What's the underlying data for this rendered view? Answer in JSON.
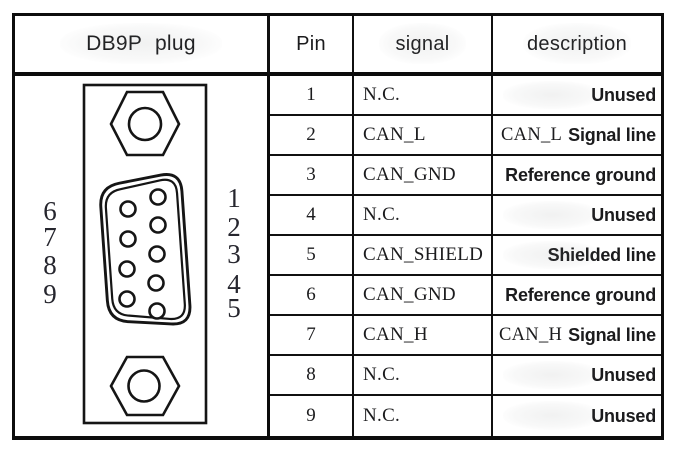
{
  "header": {
    "plug": "DB9P plug",
    "pin": "Pin",
    "signal": "signal",
    "description": "description"
  },
  "plug_diagram": {
    "left_labels": [
      "6",
      "7",
      "8",
      "9"
    ],
    "right_labels": [
      "1",
      "2",
      "3",
      "4",
      "5"
    ]
  },
  "rows": [
    {
      "pin": "1",
      "signal": "N.C.",
      "desc_prefix": "",
      "desc": "Unused"
    },
    {
      "pin": "2",
      "signal": "CAN_L",
      "desc_prefix": "CAN_L",
      "desc": "Signal line"
    },
    {
      "pin": "3",
      "signal": "CAN_GND",
      "desc_prefix": "",
      "desc": "Reference ground"
    },
    {
      "pin": "4",
      "signal": "N.C.",
      "desc_prefix": "",
      "desc": "Unused"
    },
    {
      "pin": "5",
      "signal": "CAN_SHIELD",
      "desc_prefix": "",
      "desc": "Shielded line"
    },
    {
      "pin": "6",
      "signal": "CAN_GND",
      "desc_prefix": "",
      "desc": "Reference ground"
    },
    {
      "pin": "7",
      "signal": "CAN_H",
      "desc_prefix": "CAN_H",
      "desc": "Signal line"
    },
    {
      "pin": "8",
      "signal": "N.C.",
      "desc_prefix": "",
      "desc": "Unused"
    },
    {
      "pin": "9",
      "signal": "N.C.",
      "desc_prefix": "",
      "desc": "Unused"
    }
  ],
  "colors": {
    "border": "#0d0d0d",
    "text": "#1b1b1d",
    "background": "#ffffff",
    "line_art": "#151515"
  }
}
